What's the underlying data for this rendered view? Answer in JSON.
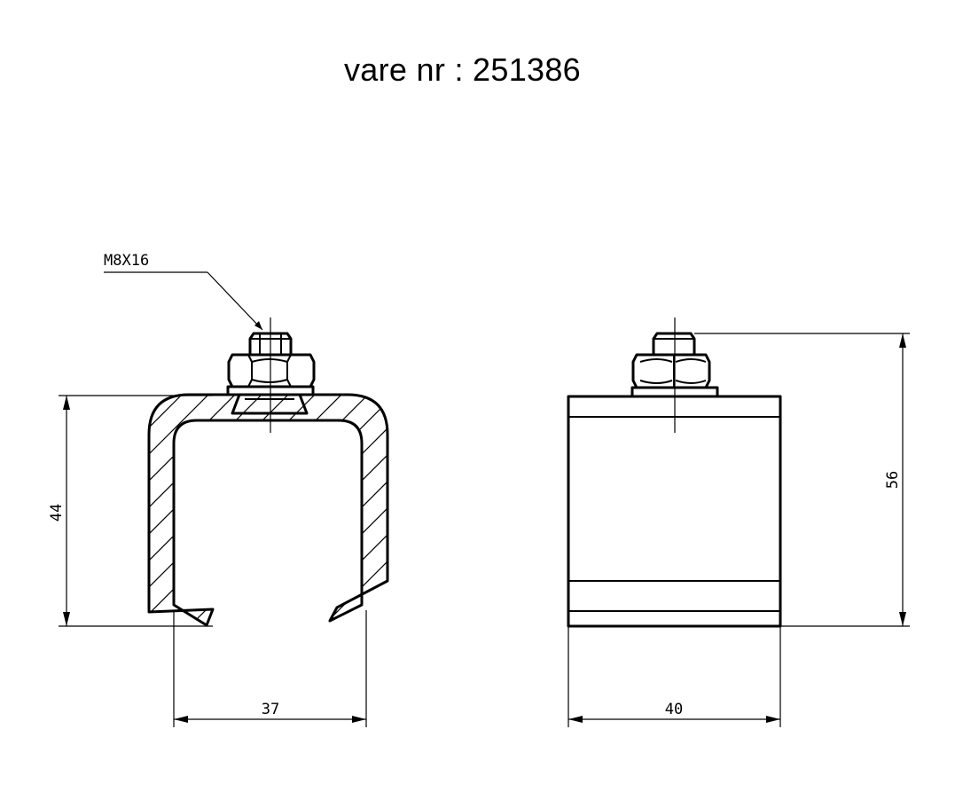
{
  "title": "vare nr :  251386",
  "labels": {
    "bolt": "M8X16",
    "dim_height_left": "44",
    "dim_width_left": "37",
    "dim_height_right": "56",
    "dim_width_right": "40"
  }
}
